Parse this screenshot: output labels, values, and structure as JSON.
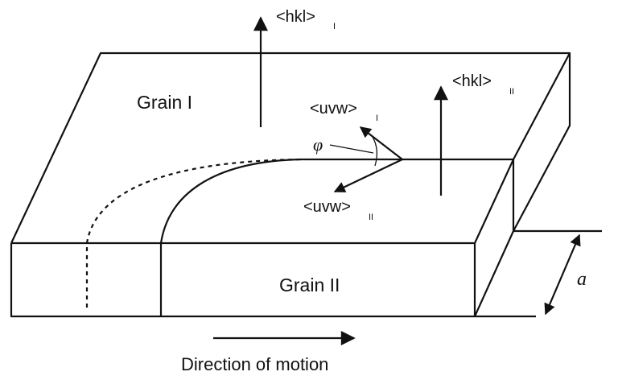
{
  "labels": {
    "grain_1": "Grain I",
    "grain_2": "Grain II",
    "hkl_1_main": "<hkl>",
    "hkl_1_sub": "I",
    "hkl_2_main": "<hkl>",
    "hkl_2_sub": "II",
    "uvw_1_main": "<uvw>",
    "uvw_1_sub": "I",
    "uvw_2_main": "<uvw>",
    "uvw_2_sub": "II",
    "angle": "φ",
    "step_height": "a",
    "motion": "Direction of motion"
  }
}
